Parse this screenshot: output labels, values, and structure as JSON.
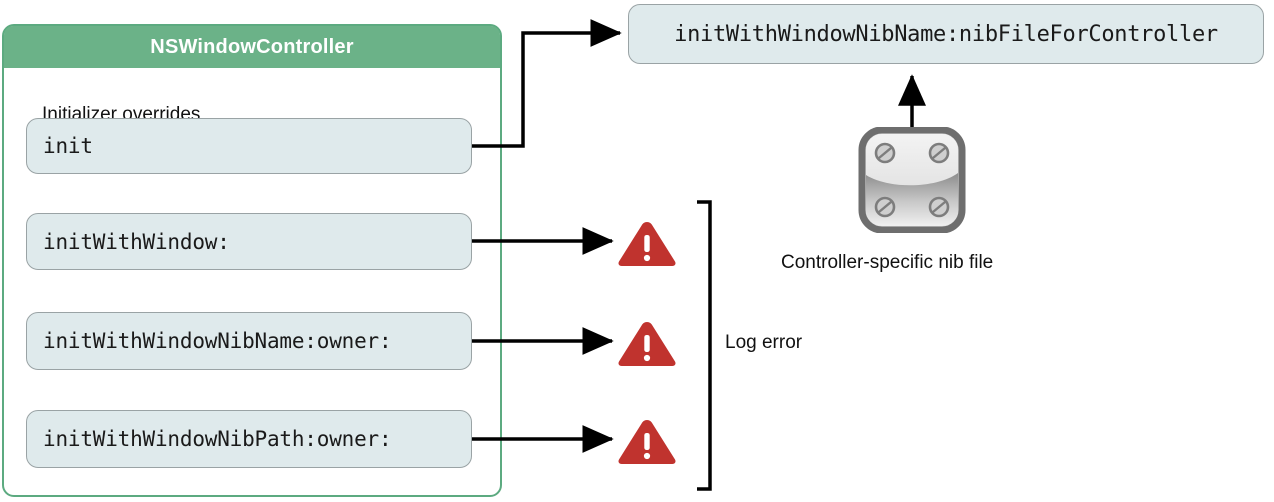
{
  "diagram": {
    "title": "NSWindowController initializer overrides",
    "class_panel": {
      "header": "NSWindowController",
      "section_label": "Initializer overrides",
      "accent_color": "#6bb288",
      "methods": [
        {
          "label": "init",
          "outcome": "nib-box"
        },
        {
          "label": "initWithWindow:",
          "outcome": "warning"
        },
        {
          "label": "initWithWindowNibName:owner:",
          "outcome": "warning"
        },
        {
          "label": "initWithWindowNibPath:owner:",
          "outcome": "warning"
        }
      ]
    },
    "nib_name_box": {
      "label": "initWithWindowNibName:nibFileForController",
      "fill_color": "#dfeaec"
    },
    "nib_file": {
      "caption": "Controller-specific nib file",
      "icon": "nib-file-icon"
    },
    "error_group": {
      "label": "Log error",
      "icon": "warning-triangle-icon",
      "color": "#c0332e",
      "count": 3
    }
  }
}
